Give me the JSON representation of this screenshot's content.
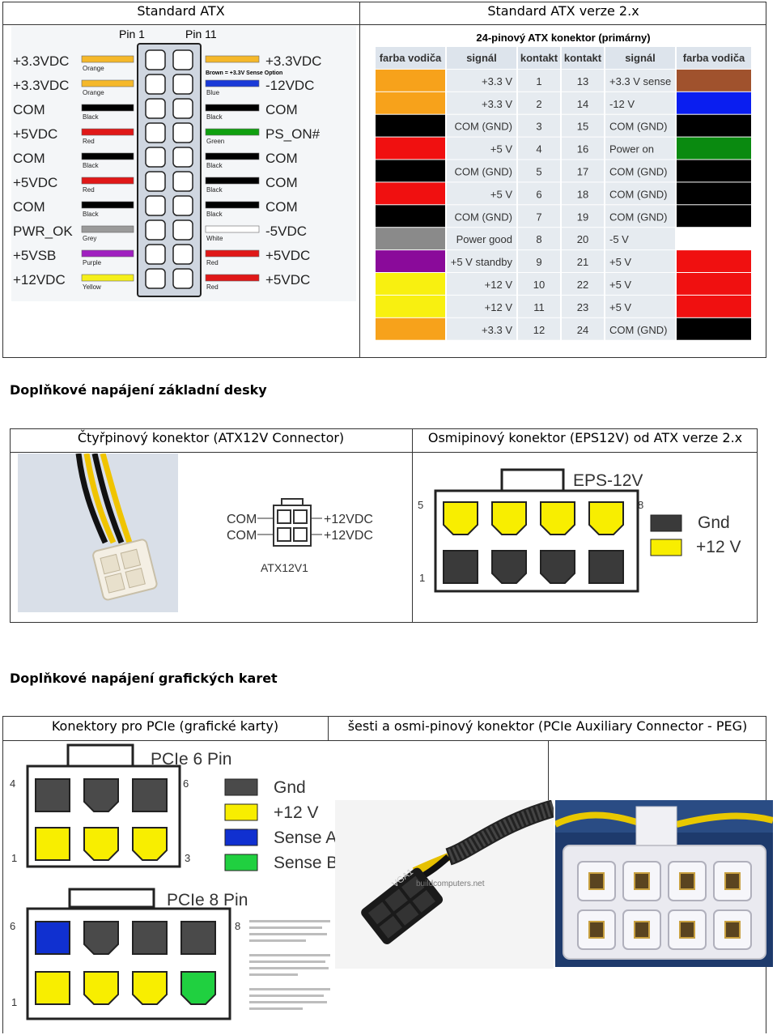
{
  "table1": {
    "col1_header": "Standard ATX",
    "col2_header": "Standard ATX verze 2.x"
  },
  "atx_pinout": {
    "pin1_label": "Pin 1",
    "pin11_label": "Pin 11",
    "left": [
      {
        "signal": "+3.3VDC",
        "wire": "Orange",
        "color": "#f5b82a"
      },
      {
        "signal": "+3.3VDC",
        "wire": "Orange",
        "color": "#f5b82a"
      },
      {
        "signal": "COM",
        "wire": "Black",
        "color": "#000000"
      },
      {
        "signal": "+5VDC",
        "wire": "Red",
        "color": "#e01818"
      },
      {
        "signal": "COM",
        "wire": "Black",
        "color": "#000000"
      },
      {
        "signal": "+5VDC",
        "wire": "Red",
        "color": "#e01818"
      },
      {
        "signal": "COM",
        "wire": "Black",
        "color": "#000000"
      },
      {
        "signal": "PWR_OK",
        "wire": "Grey",
        "color": "#9a9a9a"
      },
      {
        "signal": "+5VSB",
        "wire": "Purple",
        "color": "#a020c0"
      },
      {
        "signal": "+12VDC",
        "wire": "Yellow",
        "color": "#f5ef1a"
      }
    ],
    "right": [
      {
        "signal": "+3.3VDC",
        "wire": "Orange (+Brown)",
        "color": "#f5b82a"
      },
      {
        "signal": "-12VDC",
        "wire": "Blue",
        "color": "#1a3ad8"
      },
      {
        "signal": "COM",
        "wire": "Black",
        "color": "#000000"
      },
      {
        "signal": "PS_ON#",
        "wire": "Green",
        "color": "#10a010"
      },
      {
        "signal": "COM",
        "wire": "Black",
        "color": "#000000"
      },
      {
        "signal": "COM",
        "wire": "Black",
        "color": "#000000"
      },
      {
        "signal": "COM",
        "wire": "Black",
        "color": "#000000"
      },
      {
        "signal": "-5VDC",
        "wire": "White",
        "color": "#ffffff"
      },
      {
        "signal": "+5VDC",
        "wire": "Red",
        "color": "#e01818"
      },
      {
        "signal": "+5VDC",
        "wire": "Red",
        "color": "#e01818"
      }
    ],
    "brown_note": "Brown = +3.3V Sense Option"
  },
  "atx24": {
    "title": "24-pinový ATX konektor (primárny)",
    "headers": [
      "farba vodiča",
      "signál",
      "kontakt",
      "kontakt",
      "signál",
      "farba vodiča"
    ],
    "rows": [
      {
        "lc": "#f7a21b",
        "ls": "+3.3 V",
        "lp": "1",
        "rp": "13",
        "rs": "+3.3 V sense",
        "rc": "#a0522d"
      },
      {
        "lc": "#f7a21b",
        "ls": "+3.3 V",
        "lp": "2",
        "rp": "14",
        "rs": "-12 V",
        "rc": "#0a1ef0"
      },
      {
        "lc": "#000000",
        "ls": "COM (GND)",
        "lp": "3",
        "rp": "15",
        "rs": "COM (GND)",
        "rc": "#000000"
      },
      {
        "lc": "#f01010",
        "ls": "+5 V",
        "lp": "4",
        "rp": "16",
        "rs": "Power on",
        "rc": "#0a8a10"
      },
      {
        "lc": "#000000",
        "ls": "COM (GND)",
        "lp": "5",
        "rp": "17",
        "rs": "COM (GND)",
        "rc": "#000000"
      },
      {
        "lc": "#f01010",
        "ls": "+5 V",
        "lp": "6",
        "rp": "18",
        "rs": "COM (GND)",
        "rc": "#000000"
      },
      {
        "lc": "#000000",
        "ls": "COM (GND)",
        "lp": "7",
        "rp": "19",
        "rs": "COM (GND)",
        "rc": "#000000"
      },
      {
        "lc": "#8a8a8a",
        "ls": "Power good",
        "lp": "8",
        "rp": "20",
        "rs": "-5 V",
        "rc": "#ffffff"
      },
      {
        "lc": "#8a0a9a",
        "ls": "+5 V standby",
        "lp": "9",
        "rp": "21",
        "rs": "+5 V",
        "rc": "#f01010"
      },
      {
        "lc": "#f8f010",
        "ls": "+12 V",
        "lp": "10",
        "rp": "22",
        "rs": "+5 V",
        "rc": "#f01010"
      },
      {
        "lc": "#f8f010",
        "ls": "+12 V",
        "lp": "11",
        "rp": "23",
        "rs": "+5 V",
        "rc": "#f01010"
      },
      {
        "lc": "#f7a21b",
        "ls": "+3.3 V",
        "lp": "12",
        "rp": "24",
        "rs": "COM (GND)",
        "rc": "#000000"
      }
    ]
  },
  "section2": {
    "heading": "Doplňkové napájení základní desky",
    "col1_header": "Čtyřpinový konektor (ATX12V Connector)",
    "col2_header": "Osmipinový konektor (EPS12V) od ATX verze 2.x",
    "atx12v": {
      "com1": "COM",
      "com2": "COM",
      "v1": "+12VDC",
      "v2": "+12VDC",
      "name": "ATX12V1"
    },
    "eps": {
      "title": "EPS-12V",
      "pin5": "5",
      "pin8": "8",
      "pin1": "1",
      "legend_gnd": "Gnd",
      "legend_12v": "+12 V",
      "gnd_color": "#3a3a3a",
      "v12_color": "#f8ee00"
    }
  },
  "section3": {
    "heading": "Doplňkové napájení grafických karet",
    "col1_header": "Konektory pro PCIe (grafické karty)",
    "col2_header": "šesti a osmi-pinový konektor (PCIe Auxiliary Connector - PEG)",
    "pcie6": {
      "title": "PCIe 6 Pin",
      "pin4": "4",
      "pin6": "6",
      "pin1": "1",
      "pin3": "3"
    },
    "pcie8": {
      "title": "PCIe 8 Pin",
      "pin6": "6",
      "pin8": "8",
      "pin1": "1"
    },
    "legend": [
      {
        "label": "Gnd",
        "color": "#4a4a4a"
      },
      {
        "label": "+12 V",
        "color": "#f8ee00"
      },
      {
        "label": "Sense A",
        "color": "#1030d0"
      },
      {
        "label": "Sense B",
        "color": "#20d040"
      }
    ],
    "photo_watermark": "buildcomputers.net",
    "plug_label": "VGA1"
  }
}
